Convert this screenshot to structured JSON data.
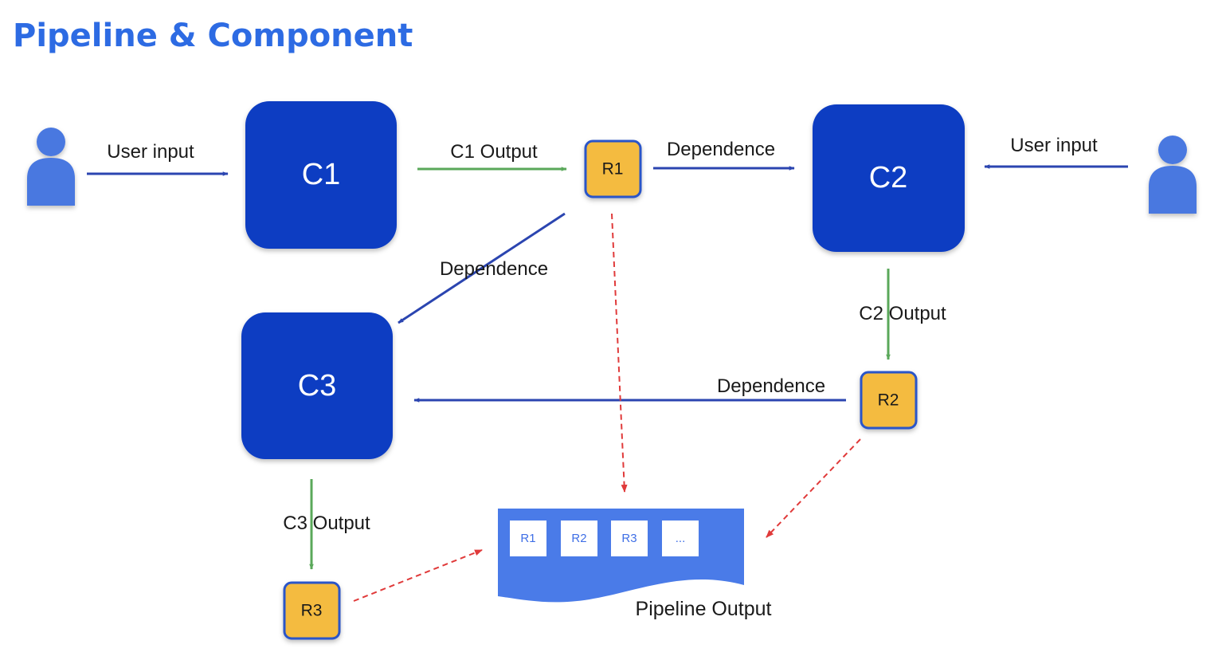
{
  "title": "Pipeline & Component",
  "components": {
    "c1": "C1",
    "c2": "C2",
    "c3": "C3"
  },
  "results": {
    "r1": "R1",
    "r2": "R2",
    "r3": "R3"
  },
  "edges": {
    "user_input_left": "User input",
    "user_input_right": "User input",
    "c1_output": "C1 Output",
    "c2_output": "C2 Output",
    "c3_output": "C3 Output",
    "dependence_r1_c2": "Dependence",
    "dependence_r1_c3": "Dependence",
    "dependence_r2_c3": "Dependence"
  },
  "pipeline_output": {
    "label": "Pipeline Output",
    "cells": [
      "R1",
      "R2",
      "R3",
      "..."
    ]
  },
  "colors": {
    "title": "#2d6be3",
    "component": "#0a3cc2",
    "result": "#f4bb3f",
    "result_border": "#2a54c8",
    "dependence_arrow": "#2b45b0",
    "output_arrow": "#5aa85a",
    "collect_arrow": "#e03a3a",
    "pipeline_output": "#4a7be8",
    "user": "#4a78e0"
  }
}
